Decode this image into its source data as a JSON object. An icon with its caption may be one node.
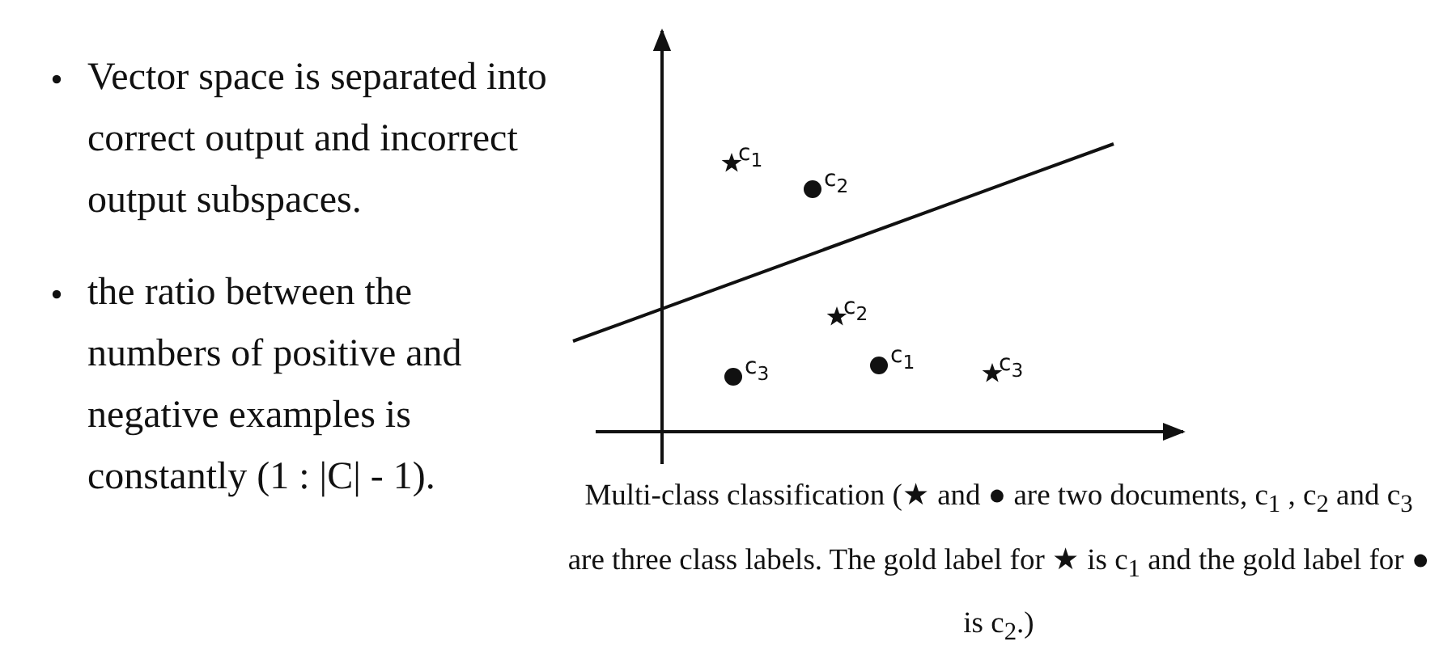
{
  "diagram": {
    "caption": "Multi-class classification (★ and ● are two documents, c$_{1}$ , c$_{2}$ and c$_{3}$ are three class labels. The gold label for ★ is c$_{1}$ and the gold label for ● is c$_{2}$.)",
    "labels": [
      "Vector space is separated into correct output and incorrect output subspaces.",
      "the ratio between the numbers of positive and negative examples is constantly (1 : |C| - 1).",
      "c$_{1}$",
      "c$_{2}$",
      "c$_{2}$",
      "c$_{3}$",
      "c$_{1}$",
      "c$_{3}$"
    ]
  }
}
